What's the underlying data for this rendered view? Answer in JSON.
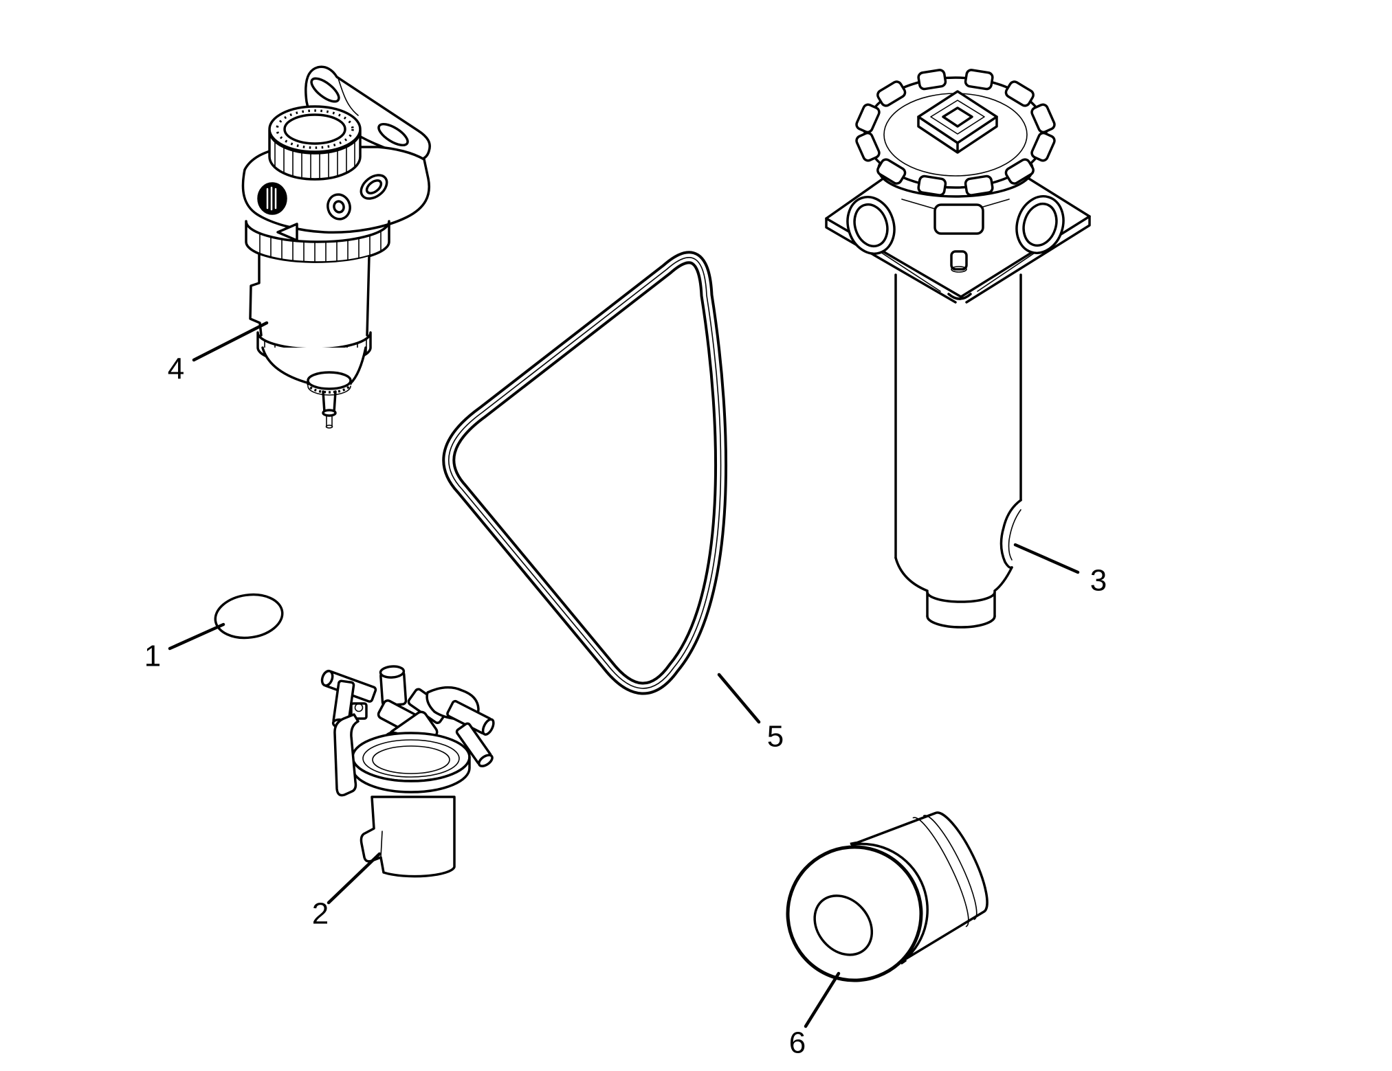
{
  "diagram": {
    "type": "exploded-parts-diagram",
    "background_color": "#ffffff",
    "line_color": "#000000",
    "callouts": [
      {
        "number": "1",
        "part": "o-ring"
      },
      {
        "number": "2",
        "part": "fuel-filter-assembly"
      },
      {
        "number": "3",
        "part": "hydraulic-filter"
      },
      {
        "number": "4",
        "part": "fuel-water-separator"
      },
      {
        "number": "5",
        "part": "v-belt"
      },
      {
        "number": "6",
        "part": "oil-filter"
      }
    ]
  }
}
